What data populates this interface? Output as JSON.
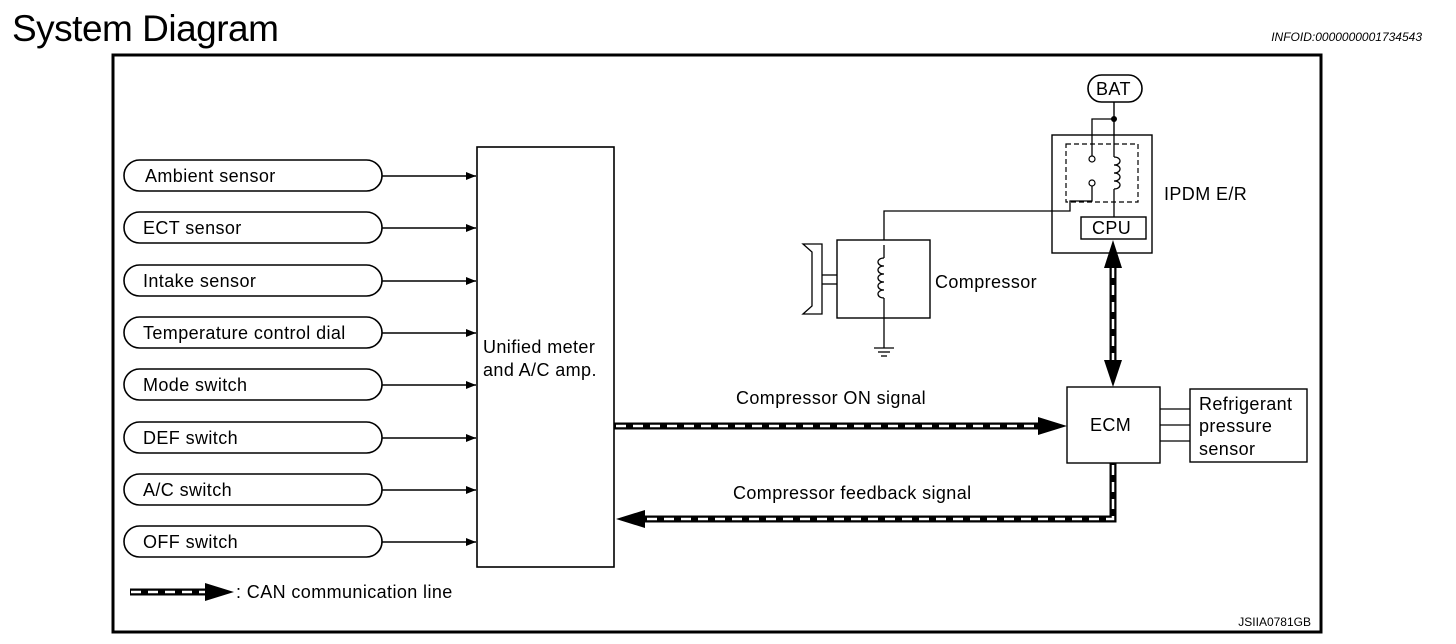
{
  "title": "System Diagram",
  "info_id": "INFOID:0000000001734543",
  "inputs": [
    "Ambient sensor",
    "ECT sensor",
    "Intake sensor",
    "Temperature control dial",
    "Mode switch",
    "DEF switch",
    "A/C switch",
    "OFF switch"
  ],
  "amp": {
    "line1": "Unified meter",
    "line2": "and A/C amp."
  },
  "bat": "BAT",
  "ipdm": {
    "name": "IPDM E/R",
    "cpu": "CPU"
  },
  "compressor": "Compressor",
  "ecm": "ECM",
  "refrigerant": {
    "line1": "Refrigerant",
    "line2": "pressure",
    "line3": "sensor"
  },
  "signals": {
    "on": "Compressor ON signal",
    "feedback": "Compressor feedback signal"
  },
  "legend": ": CAN communication line",
  "figure_id": "JSIIA0781GB"
}
